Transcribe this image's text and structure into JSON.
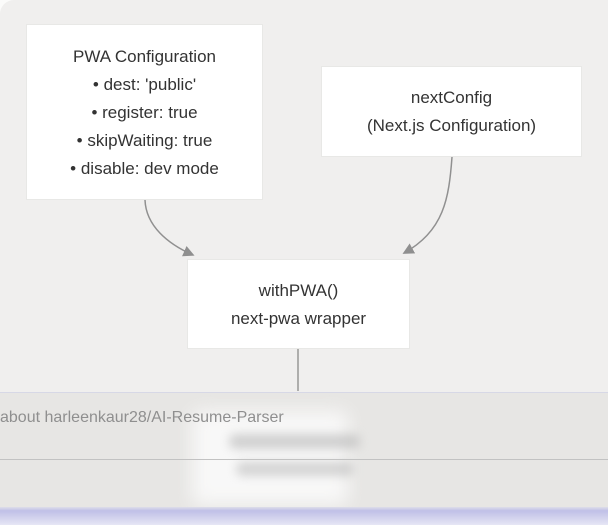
{
  "diagram": {
    "nodes": [
      {
        "id": "pwa-configuration",
        "lines": [
          "PWA Configuration",
          "• dest: 'public'",
          "• register: true",
          "• skipWaiting: true",
          "• disable: dev mode"
        ]
      },
      {
        "id": "next-config",
        "lines": [
          "nextConfig",
          "(Next.js Configuration)"
        ]
      },
      {
        "id": "with-pwa",
        "lines": [
          "withPWA()",
          "next-pwa wrapper"
        ]
      }
    ],
    "edges": [
      {
        "from": "pwa-configuration",
        "to": "with-pwa"
      },
      {
        "from": "next-config",
        "to": "with-pwa"
      },
      {
        "from": "with-pwa",
        "to": "offscreen-below"
      }
    ]
  },
  "ask_bar": {
    "visible_text": "about harleenkaur28/AI-Resume-Parser"
  },
  "colors": {
    "canvas_bg": "#f0efee",
    "node_fill": "#ffffff",
    "node_border": "#e8e8e6",
    "node_text": "#333333",
    "edge": "#8f8f8f",
    "overlay_bg": "#e7e6e4",
    "ask_text": "#8f8f8f",
    "accent_purple": "#c0c0e7"
  }
}
